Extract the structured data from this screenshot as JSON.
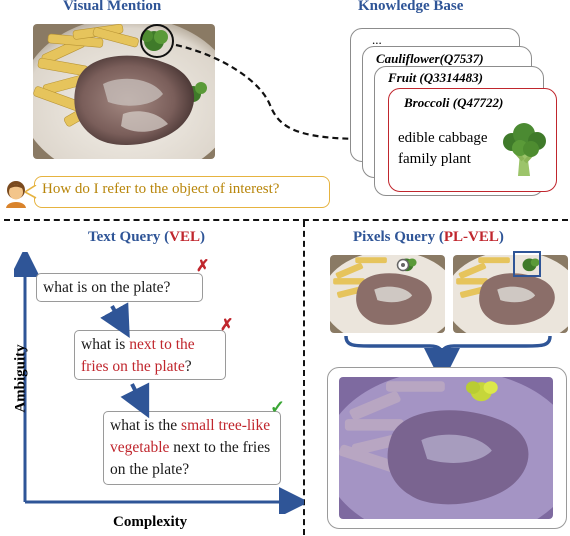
{
  "top": {
    "visual_mention_title": "Visual Mention",
    "knowledge_base_title": "Knowledge Base",
    "kb_entries": [
      "...",
      "Cauliflower(Q7537)",
      "Fruit (Q3314483)",
      "Broccoli (Q47722)"
    ],
    "kb_description": [
      "edible cabbage",
      "family plant"
    ],
    "question": "How do I refer to the object of interest?"
  },
  "left_panel": {
    "title_prefix": "Text Query (",
    "title_highlight": "VEL",
    "title_suffix": ")",
    "y_axis_label": "Ambiguity",
    "x_axis_label": "Complexity",
    "queries": [
      {
        "parts": [
          {
            "t": "what is on the plate?",
            "r": false
          }
        ],
        "mark": "✗"
      },
      {
        "parts": [
          {
            "t": "what is ",
            "r": false
          },
          {
            "t": "next to the fries on the plate",
            "r": true
          },
          {
            "t": "?",
            "r": false
          }
        ],
        "mark": "✗"
      },
      {
        "parts": [
          {
            "t": "what is the ",
            "r": false
          },
          {
            "t": "small tree-like vegetable",
            "r": true
          },
          {
            "t": " next to the fries on the plate?",
            "r": false
          }
        ],
        "mark": "✓"
      }
    ]
  },
  "right_panel": {
    "title_prefix": "Pixels Query (",
    "title_highlight": "PL-VEL",
    "title_suffix": ")"
  },
  "colors": {
    "blue": "#2f5597",
    "red": "#c0262d",
    "green": "#3aa635",
    "question_text": "#b8860b",
    "bubble_border": "#e6b340",
    "highlight_card": "#c0262d"
  }
}
